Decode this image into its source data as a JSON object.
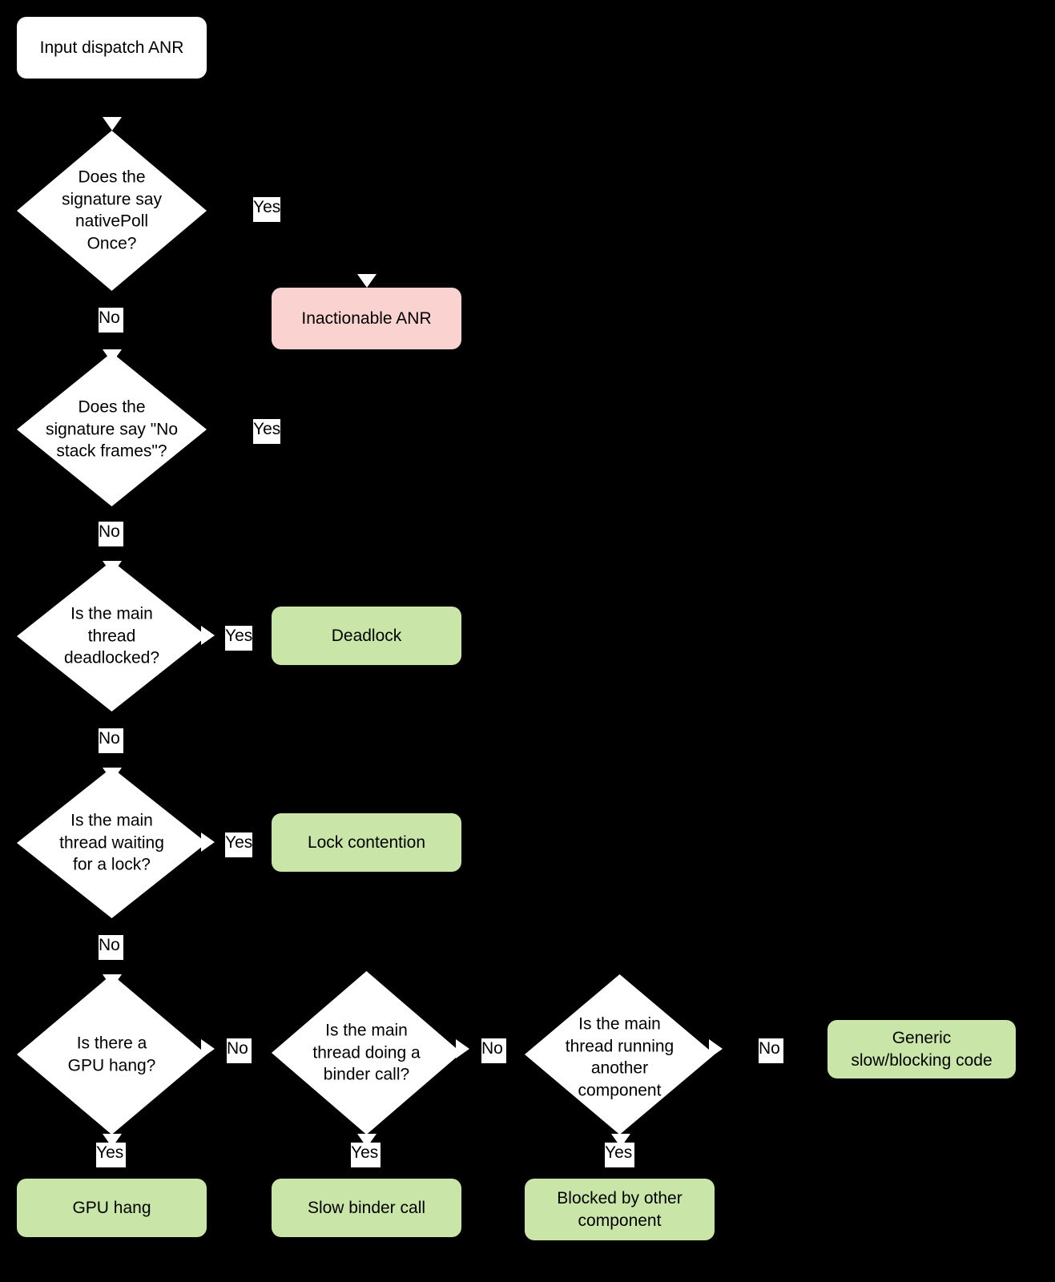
{
  "diagram": {
    "title": "Input dispatch ANR triage flowchart",
    "background_color": "#000000",
    "colors": {
      "node_white": "#ffffff",
      "node_pink": "#fad2cf",
      "node_green": "#c9e6a8",
      "text": "#000000",
      "arrowhead": "#ffffff"
    }
  },
  "nodes": {
    "start": {
      "label": "Input dispatch ANR",
      "shape": "rounded-rect",
      "fill": "#ffffff"
    },
    "q_nativepollonce": {
      "label": "Does the\nsignature say\nnativePoll\nOnce?",
      "shape": "diamond",
      "fill": "#ffffff"
    },
    "q_nostackframes": {
      "label": "Does the\nsignature say \"No\nstack frames\"?",
      "shape": "diamond",
      "fill": "#ffffff"
    },
    "q_deadlocked": {
      "label": "Is the main\nthread\ndeadlocked?",
      "shape": "diamond",
      "fill": "#ffffff"
    },
    "q_waiting_lock": {
      "label": "Is the main\nthread waiting\nfor a lock?",
      "shape": "diamond",
      "fill": "#ffffff"
    },
    "q_gpu_hang": {
      "label": "Is there a\nGPU hang?",
      "shape": "diamond",
      "fill": "#ffffff"
    },
    "q_binder_call": {
      "label": "Is the main\nthread doing a\nbinder call?",
      "shape": "diamond",
      "fill": "#ffffff"
    },
    "q_other_component": {
      "label": "Is the main\nthread running\nanother\ncomponent",
      "shape": "diamond",
      "fill": "#ffffff"
    },
    "out_inactionable": {
      "label": "Inactionable ANR",
      "shape": "rounded-rect",
      "fill": "#fad2cf"
    },
    "out_deadlock": {
      "label": "Deadlock",
      "shape": "rounded-rect",
      "fill": "#c9e6a8"
    },
    "out_lock_contention": {
      "label": "Lock contention",
      "shape": "rounded-rect",
      "fill": "#c9e6a8"
    },
    "out_gpu_hang": {
      "label": "GPU hang",
      "shape": "rounded-rect",
      "fill": "#c9e6a8"
    },
    "out_slow_binder": {
      "label": "Slow binder call",
      "shape": "rounded-rect",
      "fill": "#c9e6a8"
    },
    "out_blocked_other": {
      "label": "Blocked by other\ncomponent",
      "shape": "rounded-rect",
      "fill": "#c9e6a8"
    },
    "out_generic_slow": {
      "label": "Generic\nslow/blocking code",
      "shape": "rounded-rect",
      "fill": "#c9e6a8"
    }
  },
  "edge_labels": {
    "yes_nativepollonce": "Yes",
    "no_nativepollonce": "No",
    "yes_nostackframes": "Yes",
    "no_nostackframes": "No",
    "yes_deadlocked": "Yes",
    "no_deadlocked": "No",
    "yes_waiting_lock": "Yes",
    "no_waiting_lock": "No",
    "yes_gpu_hang": "Yes",
    "no_gpu_hang": "No",
    "yes_binder_call": "Yes",
    "no_binder_call": "No",
    "yes_other_component": "Yes",
    "no_other_component": "No"
  }
}
